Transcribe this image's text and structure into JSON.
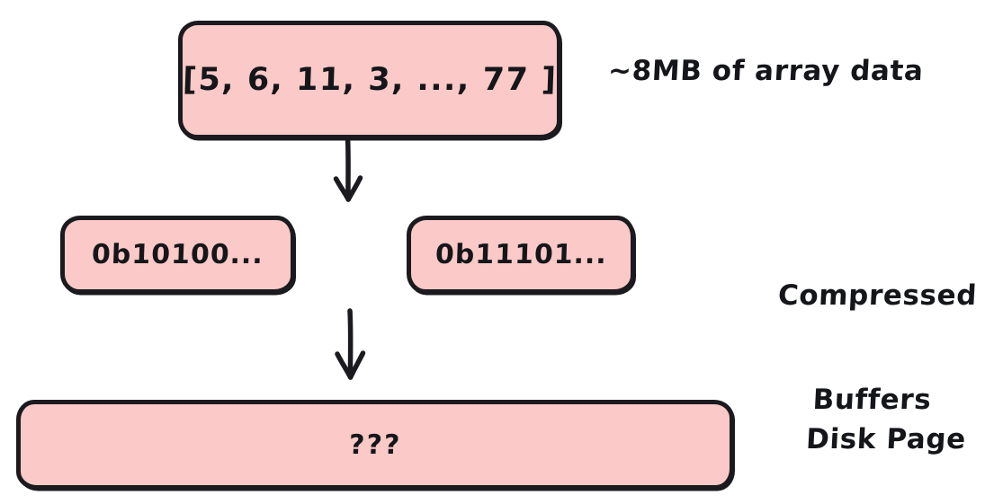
{
  "diagram": {
    "title": "Array compression to disk page",
    "background_color": "#ffffff",
    "node_fill_color": "#fbc9c7",
    "node_stroke_color": "#1b1b1f",
    "text_color": "#15161a"
  },
  "nodes": {
    "array": {
      "text": "[5, 6, 11, 3, ..., 77 ]",
      "annotation": "~8MB of array data"
    },
    "buffers": {
      "items": [
        {
          "text": "0b10100..."
        },
        {
          "text": "0b11101..."
        }
      ],
      "annotation_line_1": "Compressed",
      "annotation_line_2": "Buffers"
    },
    "disk": {
      "text": "???",
      "annotation": "Disk Page"
    }
  },
  "arrows": [
    {
      "name": "array-to-buffers",
      "direction": "down"
    },
    {
      "name": "buffers-to-disk",
      "direction": "down"
    }
  ]
}
